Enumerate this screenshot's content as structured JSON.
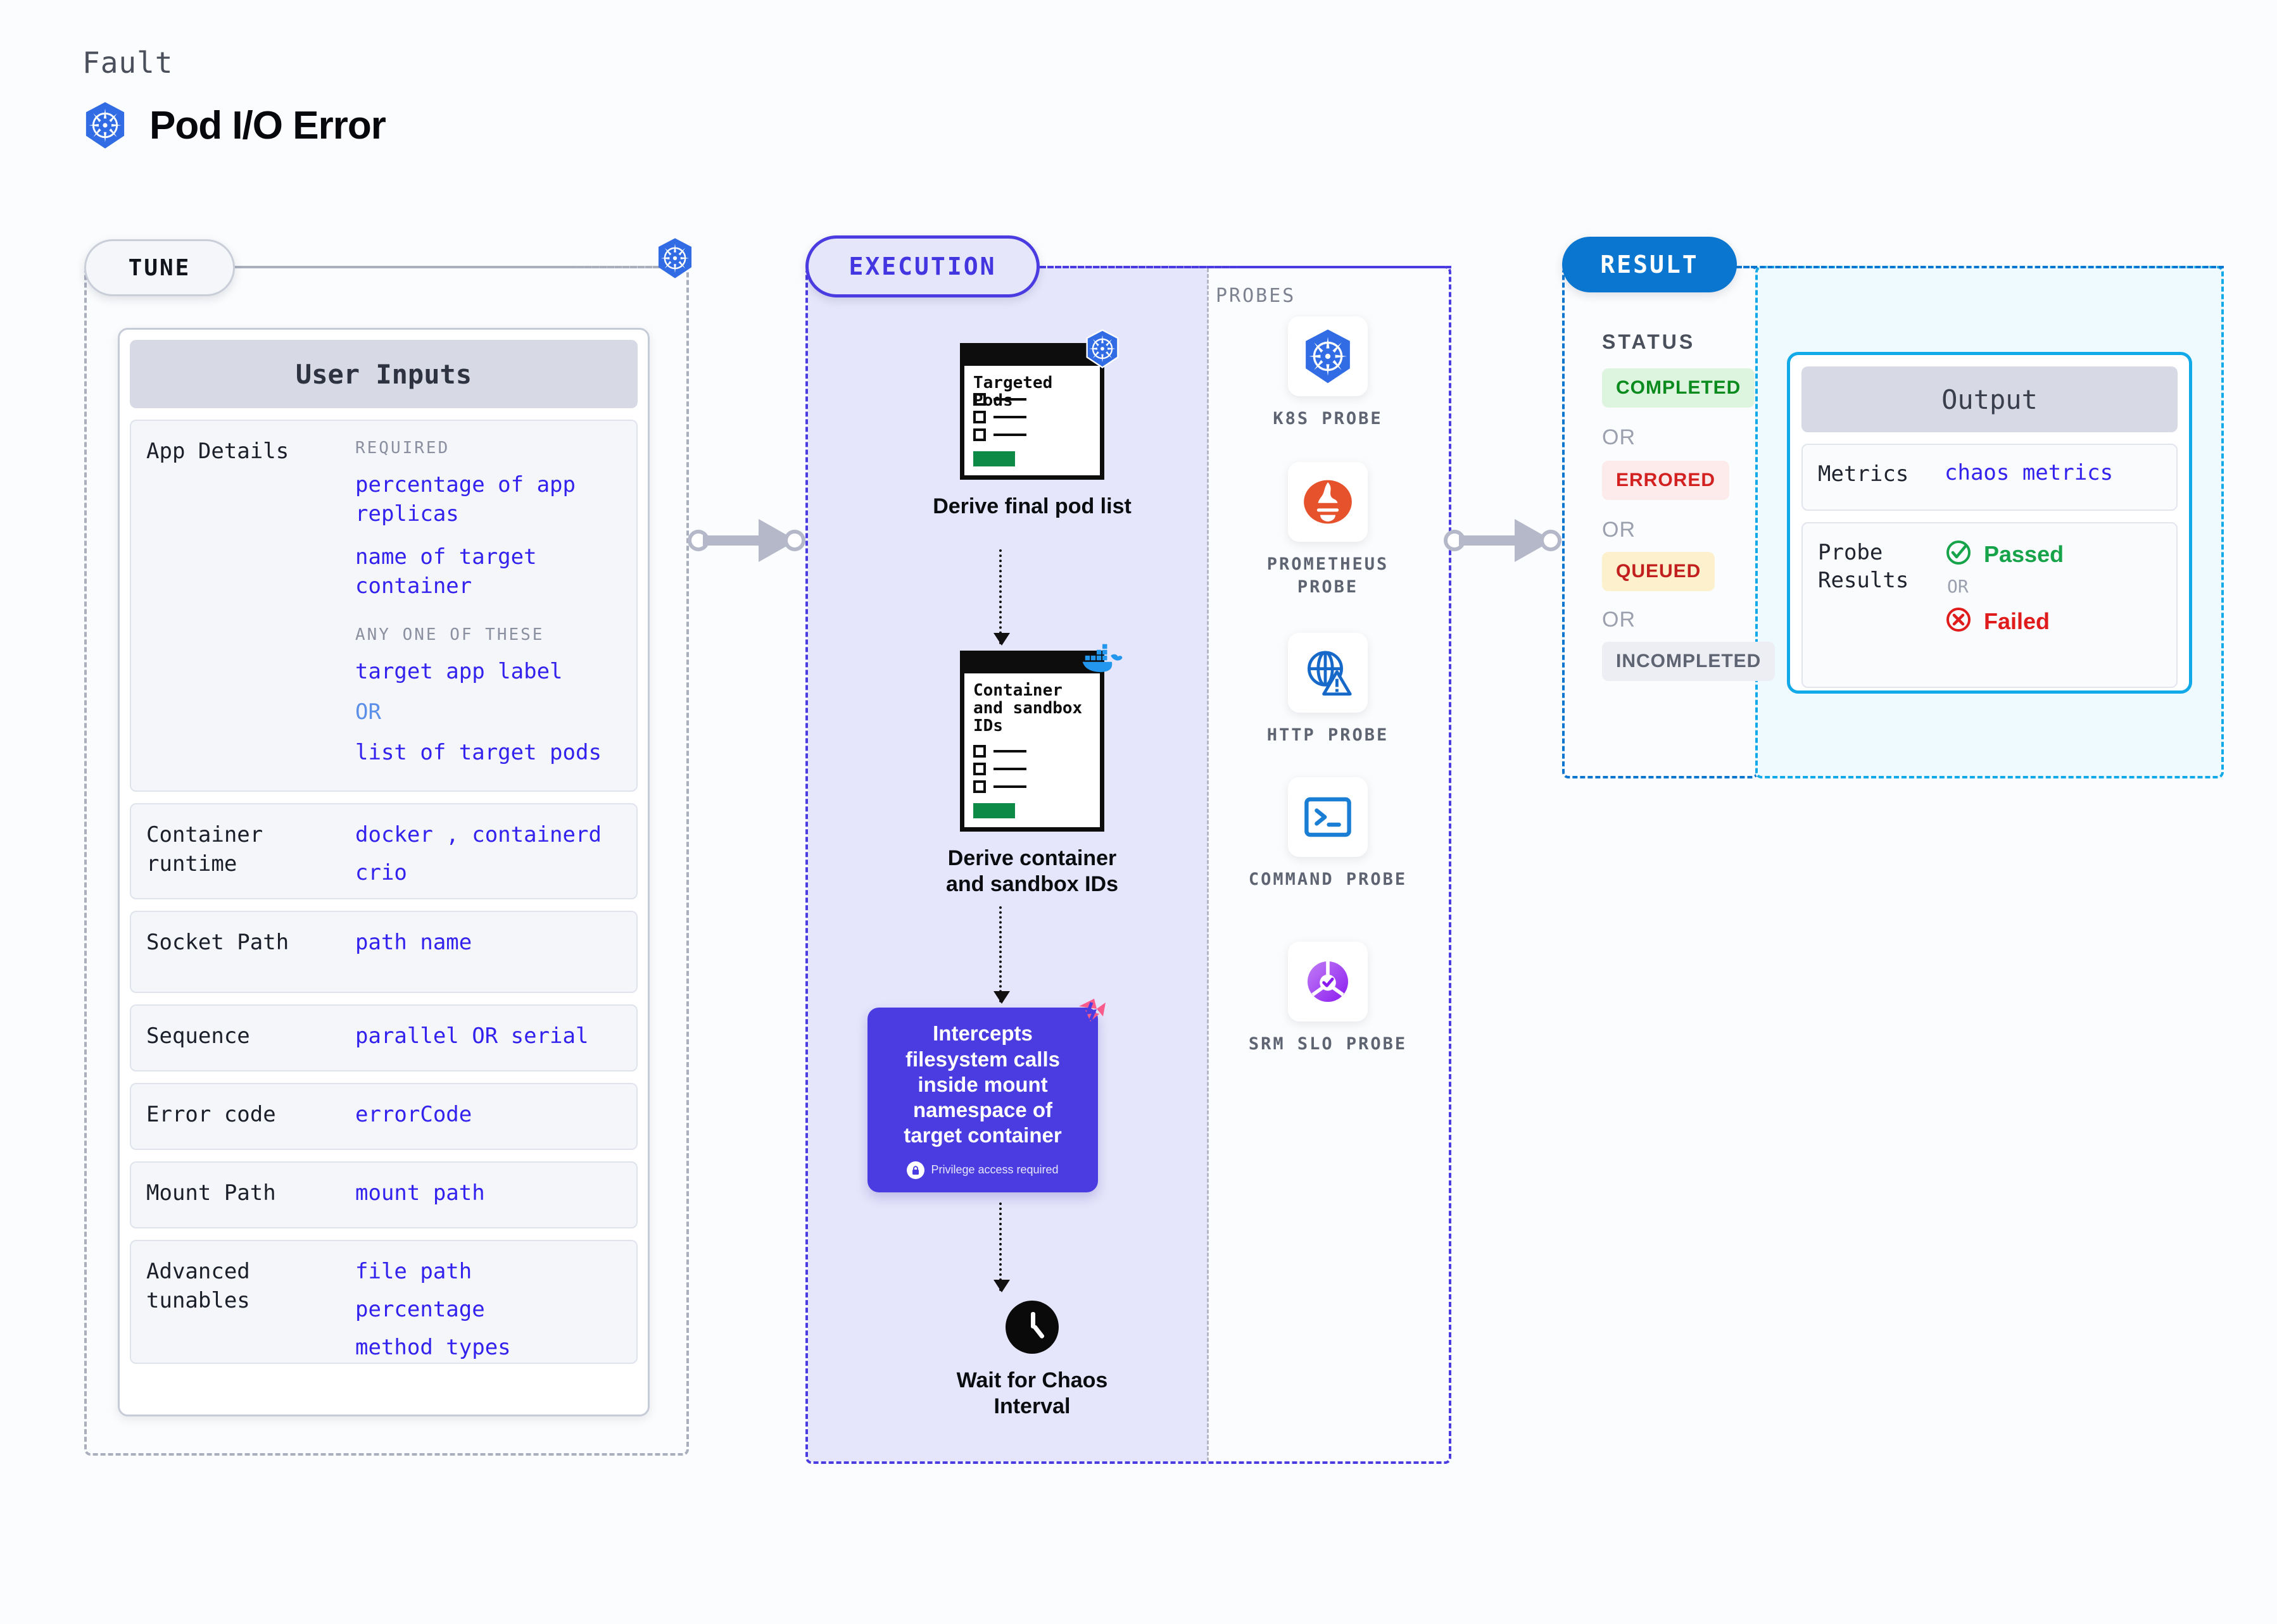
{
  "header": {
    "kicker": "Fault",
    "title": "Pod I/O Error",
    "icon": "kubernetes-icon"
  },
  "stages": {
    "tune": {
      "label": "TUNE",
      "accent": "#c9ced9"
    },
    "execution": {
      "label": "EXECUTION",
      "accent": "#4a3ce0"
    },
    "result": {
      "label": "RESULT",
      "accent": "#0b76d0"
    }
  },
  "tune": {
    "card_title": "User Inputs",
    "rows": [
      {
        "key": "App Details",
        "sub1": "REQUIRED",
        "req_values": [
          "percentage of app replicas",
          "name of target container"
        ],
        "sub2": "ANY ONE OF THESE",
        "any_values": [
          "target app label",
          "OR",
          "list of target pods"
        ]
      },
      {
        "key": "Container runtime",
        "values": [
          "docker , containerd",
          "crio"
        ]
      },
      {
        "key": "Socket Path",
        "values": [
          "path name"
        ]
      },
      {
        "key": "Sequence",
        "values": [
          "parallel OR serial"
        ]
      },
      {
        "key": "Error code",
        "values": [
          "errorCode"
        ]
      },
      {
        "key": "Mount Path",
        "values": [
          "mount path"
        ]
      },
      {
        "key": "Advanced tunables",
        "values": [
          "file path",
          "percentage",
          "method types"
        ]
      }
    ]
  },
  "execution": {
    "nodes": [
      {
        "card_title": "Targeted Pods",
        "label": "Derive final pod list",
        "badge": "kubernetes-icon"
      },
      {
        "card_title": "Container and sandbox IDs",
        "label": "Derive container and sandbox IDs",
        "badge": "docker-icon"
      }
    ],
    "intercept": {
      "text": "Intercepts filesystem calls inside mount namespace of target container",
      "privilege_note": "Privilege access required",
      "color": "#4a3ce0"
    },
    "wait": {
      "label": "Wait for Chaos Interval",
      "icon": "clock-icon"
    }
  },
  "probes": {
    "title": "PROBES",
    "items": [
      {
        "label": "K8S PROBE",
        "icon": "kubernetes-icon"
      },
      {
        "label": "PROMETHEUS PROBE",
        "icon": "prometheus-icon"
      },
      {
        "label": "HTTP PROBE",
        "icon": "globe-warning-icon"
      },
      {
        "label": "COMMAND PROBE",
        "icon": "terminal-icon"
      },
      {
        "label": "SRM SLO PROBE",
        "icon": "srm-slo-icon"
      }
    ]
  },
  "result": {
    "status_title": "STATUS",
    "or_label": "OR",
    "badges": [
      {
        "label": "COMPLETED",
        "bg": "#ddf5df",
        "fg": "#0b8a1e"
      },
      {
        "label": "ERRORED",
        "bg": "#fdeaea",
        "fg": "#d32020"
      },
      {
        "label": "QUEUED",
        "bg": "#fdf0cc",
        "fg": "#c21f1f"
      },
      {
        "label": "INCOMPLETED",
        "bg": "#eceef3",
        "fg": "#5e6472"
      }
    ]
  },
  "output": {
    "card_title": "Output",
    "metrics_key": "Metrics",
    "metrics_value": "chaos metrics",
    "probe_results_key": "Probe Results",
    "passed_label": "Passed",
    "or_label": "OR",
    "failed_label": "Failed"
  }
}
